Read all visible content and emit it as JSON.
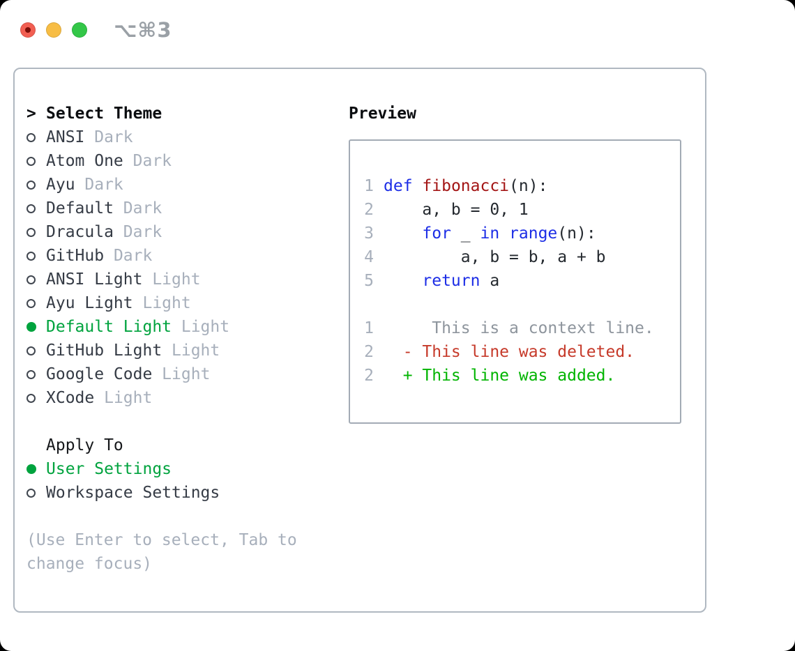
{
  "titlebar": {
    "buttons": [
      "close",
      "minimize",
      "zoom"
    ],
    "shortcut_label": "⌥⌘3"
  },
  "theme_picker": {
    "header_prefix": ">",
    "header": "Select Theme",
    "items": [
      {
        "name": "ANSI",
        "tag": "Dark",
        "selected": false
      },
      {
        "name": "Atom One",
        "tag": "Dark",
        "selected": false
      },
      {
        "name": "Ayu",
        "tag": "Dark",
        "selected": false
      },
      {
        "name": "Default",
        "tag": "Dark",
        "selected": false
      },
      {
        "name": "Dracula",
        "tag": "Dark",
        "selected": false
      },
      {
        "name": "GitHub",
        "tag": "Dark",
        "selected": false
      },
      {
        "name": "ANSI Light",
        "tag": "Light",
        "selected": false
      },
      {
        "name": "Ayu Light",
        "tag": "Light",
        "selected": false
      },
      {
        "name": "Default Light",
        "tag": "Light",
        "selected": true
      },
      {
        "name": "GitHub Light",
        "tag": "Light",
        "selected": false
      },
      {
        "name": "Google Code",
        "tag": "Light",
        "selected": false
      },
      {
        "name": "XCode",
        "tag": "Light",
        "selected": false
      }
    ]
  },
  "apply_to": {
    "header": "Apply To",
    "items": [
      {
        "name": "User Settings",
        "selected": true
      },
      {
        "name": "Workspace Settings",
        "selected": false
      }
    ]
  },
  "help_text": "(Use Enter to select, Tab to change focus)",
  "preview": {
    "header": "Preview",
    "lines": [
      {
        "num": "1",
        "segments": [
          {
            "text": "def",
            "style": "keyword"
          },
          {
            "text": " ",
            "style": "code"
          },
          {
            "text": "fibonacci",
            "style": "function"
          },
          {
            "text": "(n):",
            "style": "code"
          }
        ]
      },
      {
        "num": "2",
        "segments": [
          {
            "text": "    a, b = 0, 1",
            "style": "code"
          }
        ]
      },
      {
        "num": "3",
        "segments": [
          {
            "text": "    ",
            "style": "code"
          },
          {
            "text": "for",
            "style": "keyword"
          },
          {
            "text": " _ ",
            "style": "code"
          },
          {
            "text": "in",
            "style": "keyword"
          },
          {
            "text": " ",
            "style": "code"
          },
          {
            "text": "range",
            "style": "keyword"
          },
          {
            "text": "(n):",
            "style": "code"
          }
        ]
      },
      {
        "num": "4",
        "segments": [
          {
            "text": "        a, b = b, a + b",
            "style": "code"
          }
        ]
      },
      {
        "num": "5",
        "segments": [
          {
            "text": "    ",
            "style": "code"
          },
          {
            "text": "return",
            "style": "keyword"
          },
          {
            "text": " a",
            "style": "code"
          }
        ]
      },
      {
        "num": "",
        "segments": []
      },
      {
        "num": "1",
        "segments": [
          {
            "text": "     This is a context line.",
            "style": "context"
          }
        ]
      },
      {
        "num": "2",
        "segments": [
          {
            "text": "  - This line was deleted.",
            "style": "deleted"
          }
        ]
      },
      {
        "num": "2",
        "segments": [
          {
            "text": "  + This line was added.",
            "style": "added"
          }
        ]
      }
    ]
  },
  "colors": {
    "keyword": "#1d2ee6",
    "function": "#a31515",
    "code": "#24292f",
    "context": "#8e959d",
    "deleted": "#c63a2a",
    "added": "#00b400",
    "selected": "#00a33e",
    "muted": "#a7afbb",
    "heading": "#0b0d10",
    "text": "#353b45",
    "box_border": "#b0b8c1",
    "preview_border": "#a3abb5",
    "traffic_red": "#f25f52",
    "traffic_yellow": "#f7bd45",
    "traffic_green": "#33c748"
  }
}
